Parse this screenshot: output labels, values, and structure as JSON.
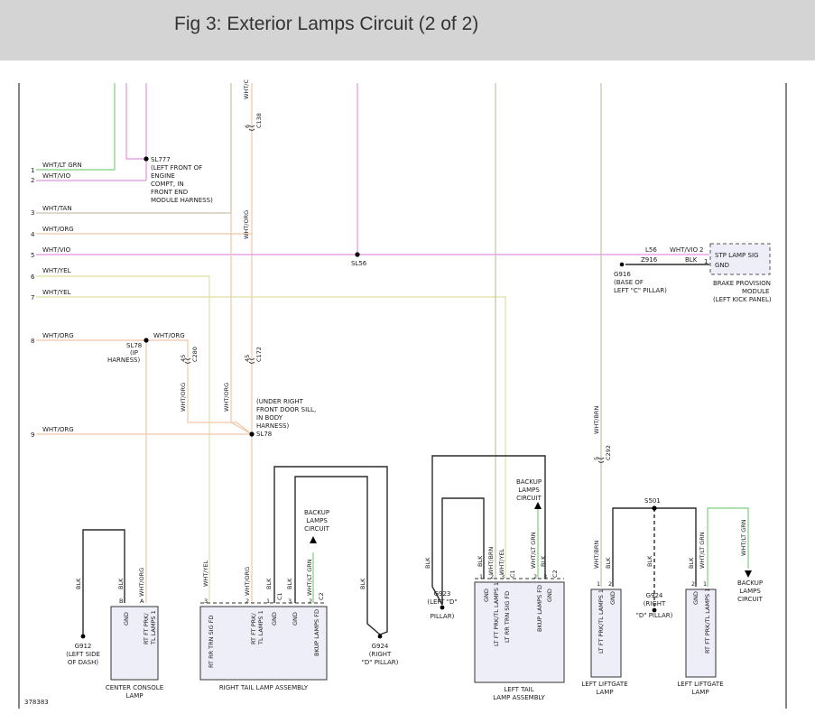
{
  "title": "Fig 3: Exterior Lamps Circuit (2 of 2)",
  "figure_id": "378383",
  "colors": {
    "wht_lt_grn": "#7fcf7f",
    "wht_vio": "#e294e2",
    "wht_tan": "#c9c2a6",
    "wht_org": "#f0c8a8",
    "wht_yel": "#e0e0a0",
    "wht_brn": "#c8c2a8",
    "blk": "#2a2a2a",
    "header_bg": "#d4d4d4",
    "component_fill": "#eeeef8"
  },
  "left_pins": [
    {
      "num": "1",
      "wire": "WHT/LT GRN"
    },
    {
      "num": "2",
      "wire": "WHT/VIO"
    },
    {
      "num": "3",
      "wire": "WHT/TAN"
    },
    {
      "num": "4",
      "wire": "WHT/ORG"
    },
    {
      "num": "5",
      "wire": "WHT/VIO"
    },
    {
      "num": "6",
      "wire": "WHT/YEL"
    },
    {
      "num": "7",
      "wire": "WHT/YEL"
    },
    {
      "num": "8",
      "wire": "WHT/ORG"
    },
    {
      "num": "9",
      "wire": "WHT/ORG"
    }
  ],
  "splices": {
    "sl777": [
      "SL777",
      "(LEFT FRONT OF",
      "ENGINE",
      "COMPT, IN",
      "FRONT END",
      "MODULE HARNESS)"
    ],
    "sl56": "SL56",
    "sl78_upper": [
      "SL78",
      "(IP",
      "HARNESS)"
    ],
    "sl78_lower": [
      "(UNDER RIGHT",
      "FRONT DOOR SILL,",
      "IN BODY",
      "HARNESS)",
      "SL78"
    ],
    "s501": "S501"
  },
  "connectors": {
    "c138": {
      "pin": "6",
      "name": "C138"
    },
    "c172": {
      "pin": "45",
      "name": "C172"
    },
    "c280": {
      "pin": "45",
      "name": "C280"
    },
    "c292": {
      "pin": "5",
      "name": "C292"
    }
  },
  "wire_labels": {
    "top_wht_c": "WHT/C",
    "vert_wht_org_1": "WHT/ORG",
    "sl78_wht_org": "WHT/ORG",
    "vert_wht_org_2": "WHT/ORG",
    "vert_wht_org_3": "WHT/ORG",
    "vert_wht_brn": "WHT/BRN",
    "l56": "L56",
    "l56_color": "WHT/VIO",
    "z916": "Z916",
    "z916_color": "BLK"
  },
  "brake_module": {
    "pins": [
      {
        "num": "2",
        "name": "STP LAMP SIG"
      },
      {
        "num": "1",
        "name": "GND"
      }
    ],
    "label": [
      "BRAKE PROVISION",
      "MODULE",
      "(LEFT KICK PANEL)"
    ]
  },
  "grounds": {
    "g916": [
      "G916",
      "(BASE OF",
      "LEFT \"C\" PILLAR)"
    ],
    "g912": [
      "G912",
      "(LEFT SIDE",
      "OF DASH)"
    ],
    "g924_a": [
      "G924",
      "(RIGHT",
      "\"D\" PILLAR)"
    ],
    "g923": [
      "G923",
      "(LEFT \"D\"",
      "PILLAR)"
    ],
    "g924_b": [
      "G924",
      "(RIGHT",
      "\"D\" PILLAR)"
    ]
  },
  "backup_lamps_circuit": [
    "BACKUP",
    "LAMPS",
    "CIRCUIT"
  ],
  "components": {
    "center_console": {
      "name": [
        "CENTER CONSOLE",
        "LAMP"
      ],
      "pins": [
        {
          "num": "B",
          "func": "GND",
          "wire": "BLK"
        },
        {
          "num": "A",
          "func": "RT FT PRK/",
          "func2": "TL LAMPS 1",
          "wire": "WHT/ORG"
        }
      ],
      "ground_wire": "BLK"
    },
    "right_tail": {
      "name": "RIGHT TAIL LAMP ASSEMBLY",
      "pins": [
        {
          "num": "3",
          "func": "RT RR TRN SIG FD",
          "wire": "WHT/YEL"
        },
        {
          "num": "2",
          "func": "RT FT PRK/",
          "func2": "TL LAMPS 1",
          "wire": "WHT/ORG"
        },
        {
          "num": "1",
          "func": "GND",
          "wire": "BLK"
        },
        {
          "num": "3",
          "func": "GND",
          "wire": "BLK"
        },
        {
          "num": "2",
          "func": "BKUP LAMPS FD",
          "wire": "WHT/LT GRN"
        }
      ],
      "conn_tags": [
        "C1",
        "C2"
      ],
      "ground_wire": "BLK"
    },
    "left_tail": {
      "name": [
        "LEFT TAIL",
        "LAMP ASSEMBLY"
      ],
      "pins": [
        {
          "num": "1",
          "func": "GND",
          "wire": "BLK"
        },
        {
          "num": "2",
          "func": "LT FT PRK/TL LAMPS 1",
          "wire": "WHT/BRN"
        },
        {
          "num": "3",
          "func": "LT RR TRN SIG FD",
          "wire": "WHT/YEL"
        },
        {
          "num": "2",
          "func": "BKUP LAMPS FD",
          "wire": "WHT/LT GRN"
        },
        {
          "num": "3",
          "func": "GND",
          "wire": "BLK"
        }
      ],
      "conn_tags": [
        "C1",
        "C2"
      ],
      "ground_wire": "BLK"
    },
    "left_liftgate_1": {
      "name": [
        "LEFT LIFTGATE",
        "LAMP"
      ],
      "pins": [
        {
          "num": "1",
          "func": "LT FT PRK/TL LAMPS 1",
          "wire": "WHT/BRN"
        },
        {
          "num": "2",
          "func": "GND",
          "wire": "BLK"
        }
      ]
    },
    "left_liftgate_2": {
      "name": [
        "LEFT LIFTGATE",
        "LAMP"
      ],
      "pins": [
        {
          "num": "2",
          "func": "GND",
          "wire": "BLK"
        },
        {
          "num": "1",
          "func": "RT FT PRK/TL LAMPS 1",
          "wire": "WHT/LT GRN"
        }
      ],
      "backup_wire": "WHT/LT GRN"
    },
    "s501_ground_wire": "BLK"
  }
}
